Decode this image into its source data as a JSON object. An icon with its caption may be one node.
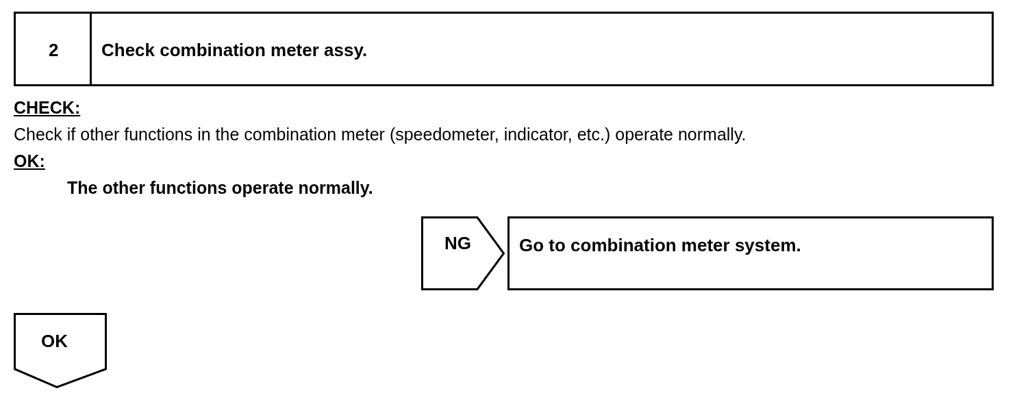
{
  "diagram": {
    "nodes": [
      {
        "text": [
          "2"
        ]
      },
      {
        "text": [
          "Check combination meter assy."
        ]
      },
      {
        "text": [
          "NG"
        ]
      },
      {
        "text": [
          "Go to combination meter system."
        ]
      },
      {
        "text": [
          "OK"
        ]
      }
    ],
    "labels": [
      "CHECK:",
      "Check if other functions in the combination meter (speedometer, indicator, etc.) operate normally.",
      "OK:",
      "The other functions operate normally."
    ]
  }
}
